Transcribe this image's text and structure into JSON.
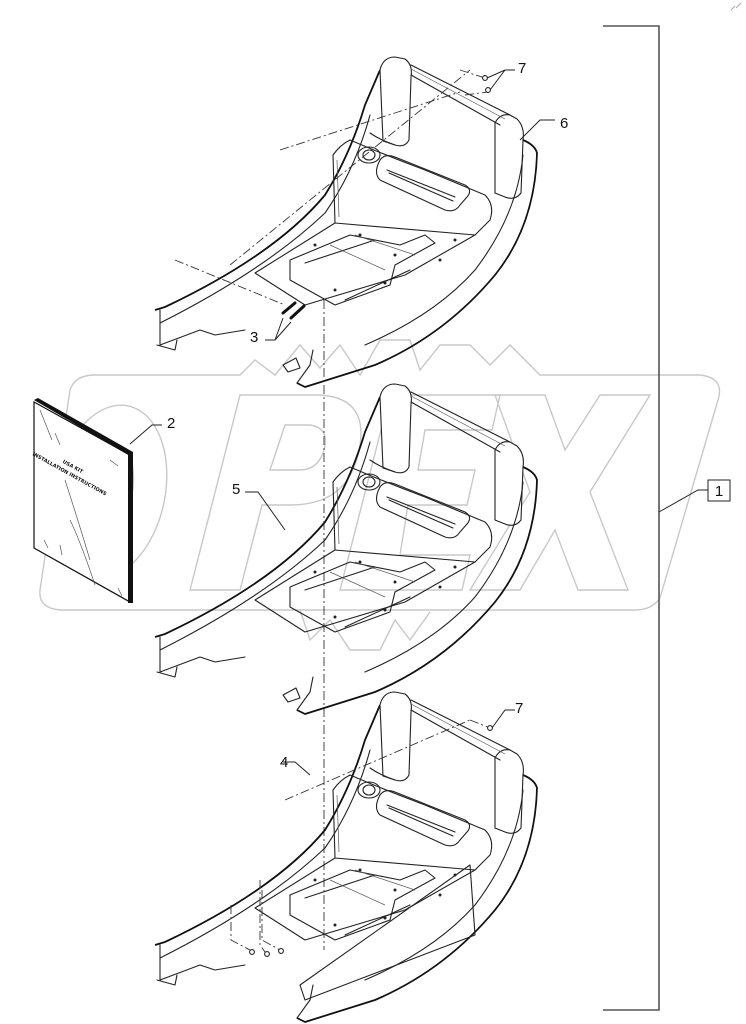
{
  "diagram": {
    "type": "exploded parts diagram",
    "subject": "cab center console assembly",
    "watermark": "OPEX",
    "assembly_callout": {
      "number": "1",
      "boxed": true
    },
    "callouts": [
      {
        "number": "1",
        "part": "console assembly (bracketed group)"
      },
      {
        "number": "2",
        "part": "installation instructions manual"
      },
      {
        "number": "3",
        "part": "fastener strips (2x)"
      },
      {
        "number": "4",
        "part": "console shell (lower)"
      },
      {
        "number": "5",
        "part": "console shell (middle)"
      },
      {
        "number": "6",
        "part": "console shell (upper)"
      },
      {
        "number": "7",
        "part": "screws (top group 2x, bottom group 1x)"
      }
    ],
    "manual_cover": {
      "line1": "USA KIT",
      "line2": "INSTALLATION INSTRUCTIONS"
    },
    "colors": {
      "line": "#222222",
      "watermark": "#c8c8c8",
      "background": "#ffffff"
    }
  }
}
